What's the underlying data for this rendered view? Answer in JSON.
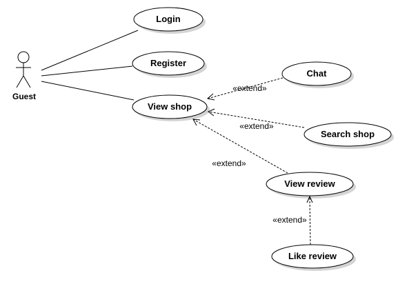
{
  "actor": {
    "name": "Guest"
  },
  "use_cases": {
    "login": "Login",
    "register": "Register",
    "view_shop": "View shop",
    "chat": "Chat",
    "search_shop": "Search shop",
    "view_review": "View review",
    "like_review": "Like review"
  },
  "relations": {
    "chat_extends_view_shop": "«extend»",
    "search_extends_view_shop": "«extend»",
    "view_review_extends_view_shop": "«extend»",
    "like_extends_view_review": "«extend»"
  }
}
